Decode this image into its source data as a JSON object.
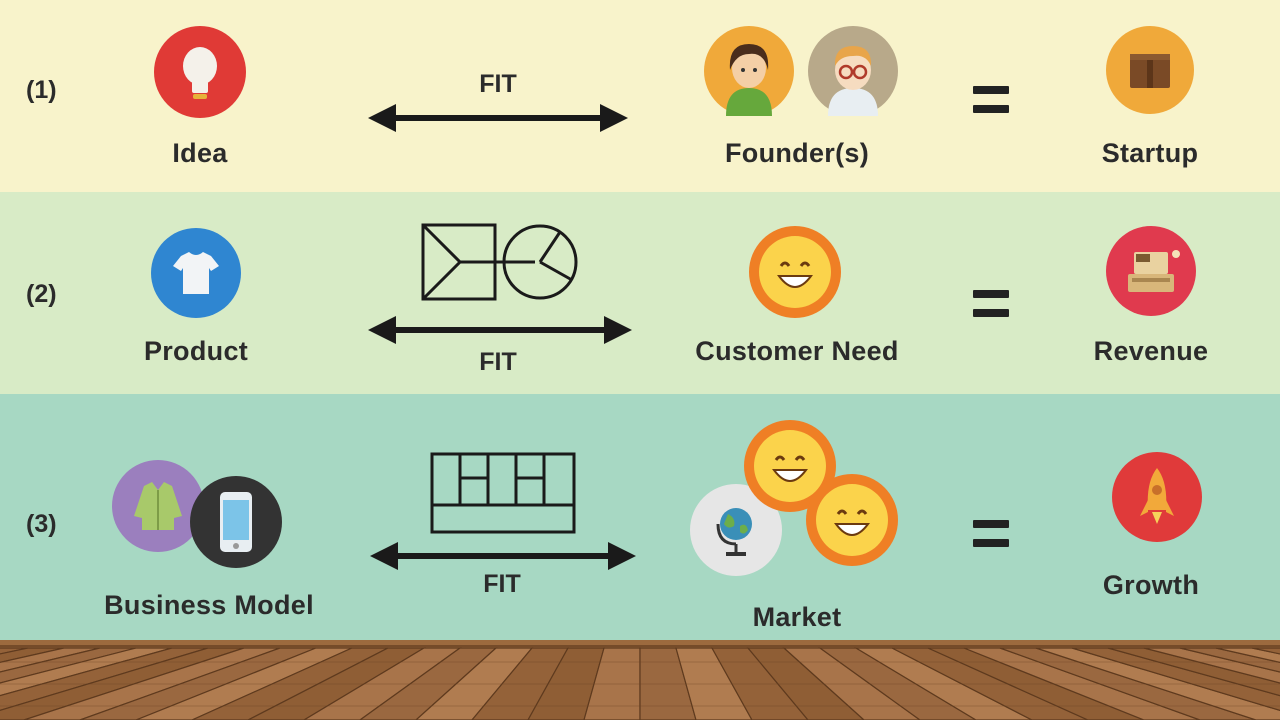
{
  "rows": [
    {
      "num": "(1)",
      "left": "Idea",
      "fit": "FIT",
      "right": "Founder(s)",
      "result": "Startup"
    },
    {
      "num": "(2)",
      "left": "Product",
      "fit": "FIT",
      "right": "Customer Need",
      "result": "Revenue"
    },
    {
      "num": "(3)",
      "left": "Business Model",
      "fit": "FIT",
      "right": "Market",
      "result": "Growth"
    }
  ],
  "colors": {
    "row1_bg": "#f8f3cb",
    "row2_bg": "#d8ebc6",
    "row3_bg": "#a7d8c3",
    "idea_icon_bg": "#e03a36",
    "founder_icon_bg": "#f0a93a",
    "startup_icon_bg": "#f0a93a",
    "product_icon_bg": "#2f86d1",
    "smiley_orange": "#ef7f25",
    "smiley_yellow": "#fbd34b",
    "revenue_icon_bg": "#e03a4e",
    "jacket_icon_bg": "#9b7fbe",
    "phone_icon_bg": "#333333",
    "globe_icon_bg": "#e6e6e6",
    "growth_icon_bg": "#e03a3a"
  },
  "icons": [
    "lightbulb-icon",
    "founder-woman-icon",
    "founder-man-icon",
    "box-icon",
    "tshirt-icon",
    "smiley-icon",
    "cash-register-icon",
    "jacket-icon",
    "phone-icon",
    "globe-icon",
    "rocket-icon",
    "double-arrow-icon",
    "product-fit-diagram-icon",
    "canvas-grid-icon",
    "equals-icon"
  ]
}
